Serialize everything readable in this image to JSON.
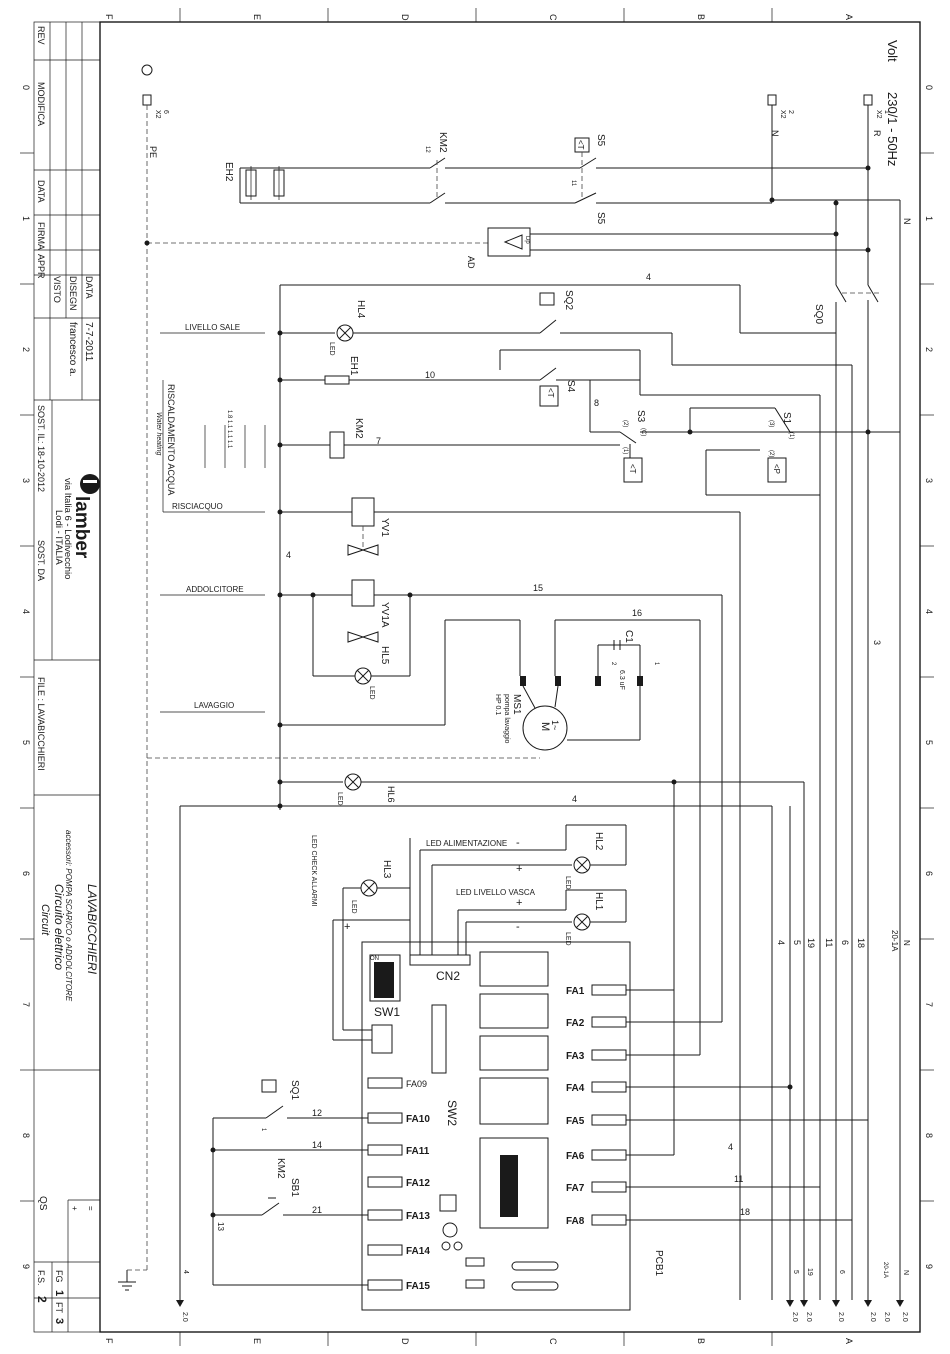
{
  "grid": {
    "columns": [
      "F",
      "E",
      "D",
      "C",
      "B",
      "A"
    ],
    "rows": [
      "0",
      "1",
      "2",
      "3",
      "4",
      "5",
      "6",
      "7",
      "8",
      "9"
    ]
  },
  "title_block": {
    "rev_label": "REV",
    "modifica_label": "MODIFICA",
    "data_label": "DATA",
    "firma_label": "FIRMA",
    "appr_label": "APPR",
    "visto_label": "VISTO",
    "disegn_label": "DISEGN",
    "data_field_label": "DATA",
    "date_value": "7-7-2011",
    "designer": "francesco a.",
    "sost_il": "SOST. IL: 18-10-2012",
    "sost_da": "SOST. DA",
    "company": "lamber",
    "address_line1": "via Italia 6 - Lodivecchio",
    "address_line2": "Lodi - ITALIA",
    "file_label": "FILE : LAVABICCHIERI",
    "product": "LAVABICCHIERI",
    "accessories": "accessori: POMPA SCARICO o ADDOLCITORE",
    "subtitle_it": "Circuito elettrico",
    "subtitle_en": "Circuit",
    "qs": "QS",
    "fg_label": "FG",
    "fg_value": "1",
    "ft_label": "FT",
    "ft_value": "3",
    "fs_label": "F.S.",
    "fs_value": "2"
  },
  "supply": {
    "volt": "Volt",
    "spec": "230/1 - 50Hz",
    "terminal_x2": "X2",
    "pe": "PE",
    "n": "N",
    "r": "R",
    "t6": "6",
    "t2": "2",
    "t1": "1",
    "pe_small": "PE"
  },
  "components": {
    "eh2": "EH2",
    "km2": "KM2",
    "km2_pin": "12",
    "s5": "S5",
    "s5_pin": "11",
    "ad": "AD",
    "ad_mark": "Dp",
    "sq2": "SQ2",
    "sq0": "SQ0",
    "hl4": "HL4",
    "eh1": "EH1",
    "s4": "S4",
    "s3": "S3",
    "s1": "S1",
    "yv1": "YV1",
    "yv1a": "YV1A",
    "hl5": "HL5",
    "c1": "C1",
    "c1_value": "6.3 uF",
    "ms1": "MS1",
    "ms1_desc": "pompa lavaggio",
    "ms1_model": "HP 0.1",
    "motor_m": "M",
    "motor_phase": "1~",
    "hl6": "HL6",
    "hl3": "HL3",
    "hl2": "HL2",
    "hl1": "HL1",
    "led": "LED",
    "sq1": "SQ1",
    "sb1": "SB1",
    "km2b": "KM2",
    "sw1": "SW1",
    "sw2": "SW2",
    "cn2": "CN2",
    "on": "ON",
    "pcb1": "PCB1",
    "s3_c": "(C)",
    "s3_2": "(2)",
    "s3_1": "(1)",
    "s1_3": "(3)",
    "s1_1": "(1)",
    "s1_2": "(2)",
    "t_mark": "<T",
    "p_mark": "<P",
    "km2_contacts": "1.8   1.1   1.1   1.1"
  },
  "labels": {
    "livello_sale": "LIVELLO SALE",
    "riscaldamento": "RISCALDAMENTO ACQUA",
    "water_heating": "Water heating",
    "risciacquo": "RISCIACQUO",
    "addolcitore": "ADDOLCITORE",
    "lavaggio": "LAVAGGIO",
    "led_alimentazione": "LED ALIMENTAZIONE",
    "led_livello_vasca": "LED LIVELLO VASCA",
    "led_check_allarmi": "LED CHECK ALLARMI"
  },
  "wires": {
    "w4": "4",
    "w10": "10",
    "w8": "8",
    "w7": "7",
    "w15": "15",
    "w16": "16",
    "w3": "3",
    "w12": "12",
    "w14": "14",
    "w21": "21",
    "w11": "11",
    "w18": "18",
    "w5": "5",
    "w19": "19",
    "w6": "6",
    "w20": "20-1A",
    "wN": "N",
    "w13": "13",
    "w1": "1",
    "w2": "2"
  },
  "pcb_terminals_right": [
    "FA1",
    "FA2",
    "FA3",
    "FA4",
    "FA5",
    "FA6",
    "FA7",
    "FA8"
  ],
  "pcb_terminals_left": [
    "FA09",
    "FA10",
    "FA11",
    "FA12",
    "FA13",
    "FA14",
    "FA15"
  ],
  "bottom_terminals": [
    "4",
    "5",
    "19",
    "6",
    "20-1A",
    "N"
  ],
  "bottom_ref": "2.0"
}
